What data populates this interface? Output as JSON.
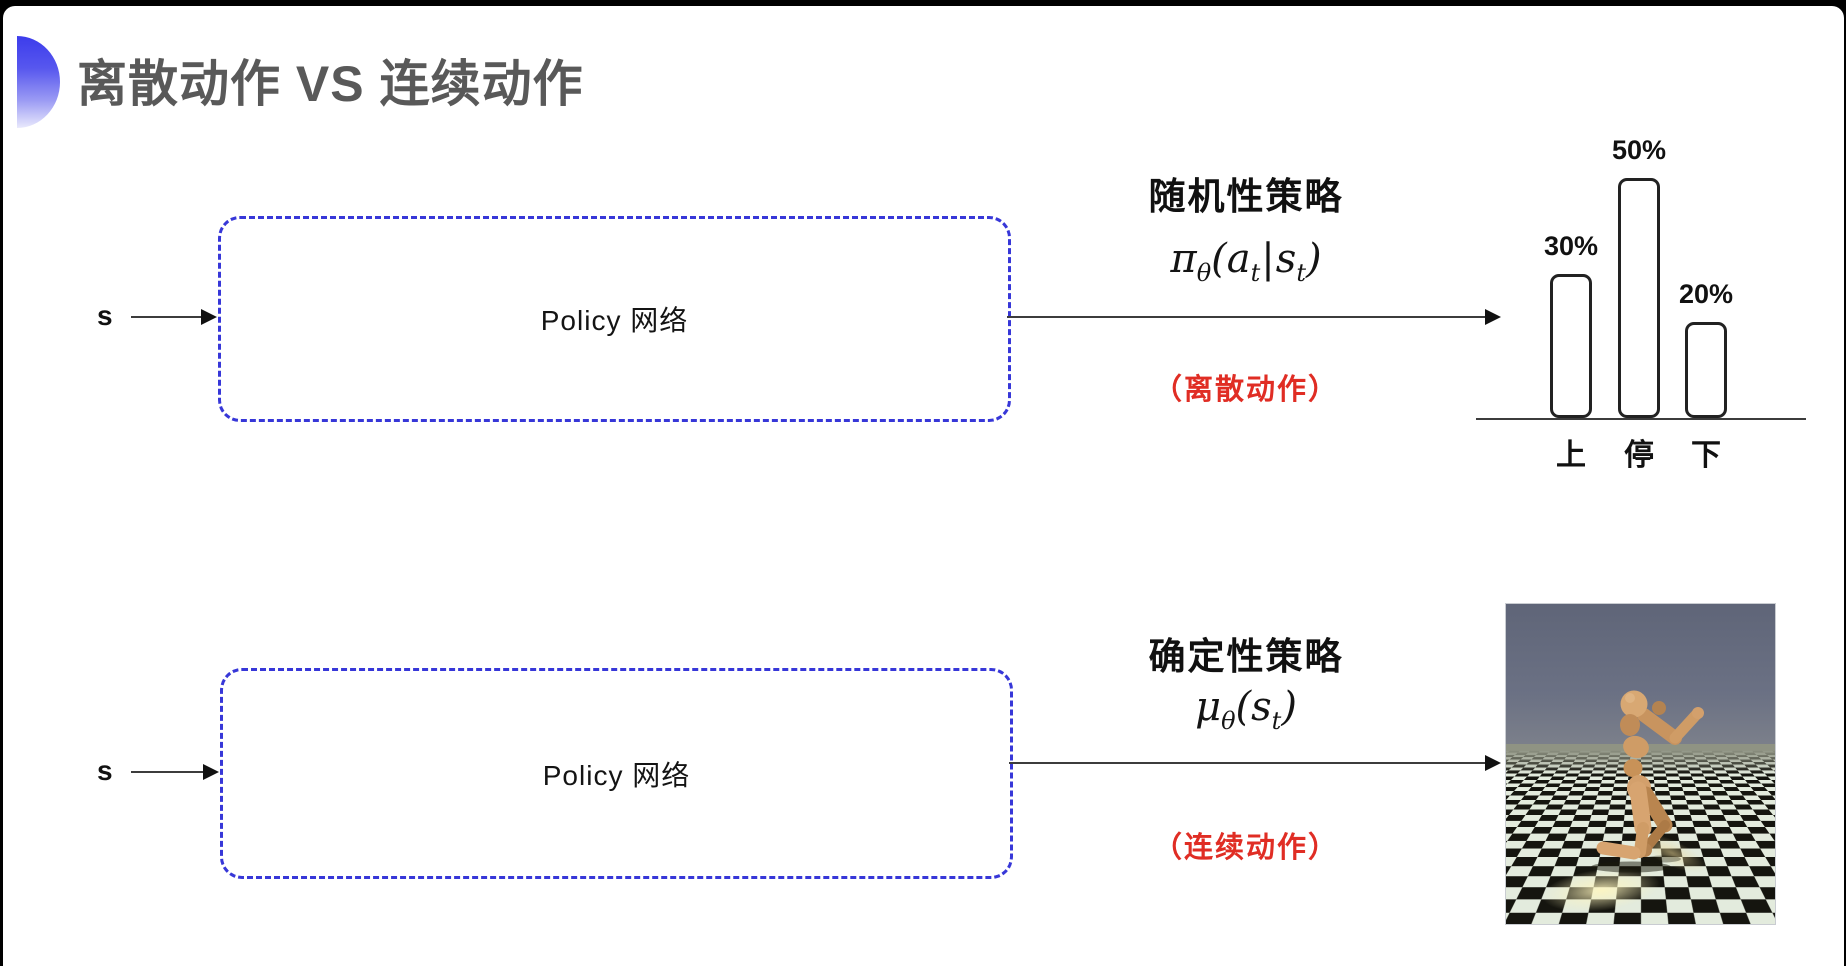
{
  "slide": {
    "title": "离散动作 VS 连续动作"
  },
  "top_row": {
    "input_label": "s",
    "box_label": "Policy 网络",
    "policy_name": "随机性策略",
    "formula": {
      "pi": "π",
      "theta": "θ",
      "lparen": "(",
      "a": "a",
      "sub_t1": "t",
      "pipe": "|",
      "s": "s",
      "sub_t2": "t",
      "rparen": ")"
    },
    "action_type": "（离散动作）"
  },
  "bottom_row": {
    "input_label": "s",
    "box_label": "Policy 网络",
    "policy_name": "确定性策略",
    "formula": {
      "mu": "μ",
      "theta": "θ",
      "lparen": "(",
      "s": "s",
      "sub_t": "t",
      "rparen": ")"
    },
    "action_type": "（连续动作）"
  },
  "chart_data": {
    "type": "bar",
    "categories": [
      "上",
      "停",
      "下"
    ],
    "values": [
      30,
      50,
      20
    ],
    "value_labels": [
      "30%",
      "50%",
      "20%"
    ],
    "title": "",
    "xlabel": "",
    "ylabel": "",
    "ylim": [
      0,
      55
    ],
    "grid": false,
    "legend_position": "none"
  },
  "colors": {
    "accent_blue": "#3737d8",
    "title_gray": "#595959",
    "highlight_red": "#e02d24"
  }
}
